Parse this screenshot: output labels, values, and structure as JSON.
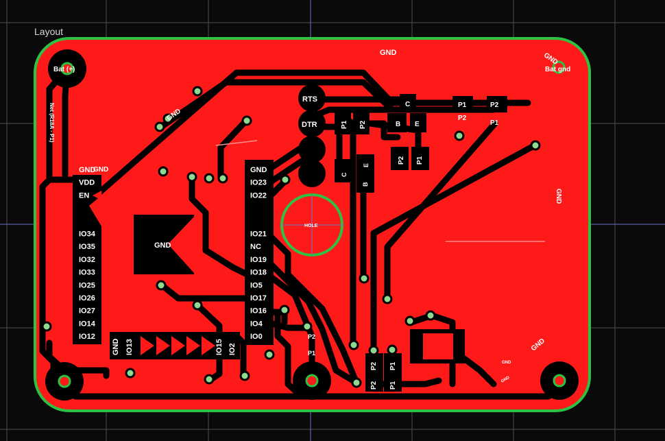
{
  "panel_title": "Layout",
  "colors": {
    "background": "#0a0a0a",
    "grid": "#505050",
    "grid_pink": "#c8a0b4",
    "grid_blue": "#7070d0",
    "board": "#ff1a1a",
    "board_outline": "#2ec243",
    "trace": "#000000",
    "via": "#2ec243"
  },
  "labels": {
    "gnd_top": "GND",
    "gnd_corner": "GND",
    "bat_gnd": "Bat gnd",
    "bat_plus": "Bat (+)",
    "net_label": "Net (R18A - P1)",
    "gnd_diag": "GND",
    "gnd_right": "GND",
    "gnd_bottom_right": "GND",
    "gnd_small1": "GND",
    "gnd_small2": "GND",
    "rts": "RTS",
    "dtr": "DTR",
    "c1": "C",
    "p1_top": "P1",
    "p2_top": "P2",
    "p2_right": "P2",
    "p1_right": "P1",
    "p1_v": "P1",
    "p2_v": "P2",
    "b1": "B",
    "e1": "E",
    "p2_v2": "P2",
    "p1_v2": "P1",
    "c2": "C",
    "e2": "E",
    "b2": "B",
    "hole": "HOLE",
    "gnd_pad": "GND",
    "p2_mid": "P2",
    "p1_mid": "P1",
    "p2_a": "P2",
    "p2_b": "P2",
    "p1_a": "P1",
    "p2_c": "P2",
    "p1_c": "P1",
    "p1_d": "P1"
  },
  "header_left": [
    "GND",
    "VDD",
    "EN",
    "",
    "",
    "IO34",
    "IO35",
    "IO32",
    "IO33",
    "IO25",
    "IO26",
    "IO27",
    "IO14",
    "IO12"
  ],
  "header_left_extra": "GND",
  "header_right": [
    "GND",
    "IO23",
    "IO22",
    "",
    "",
    "IO21",
    "NC",
    "IO19",
    "IO18",
    "IO5",
    "IO17",
    "IO16",
    "IO4",
    "IO0"
  ],
  "header_bottom": [
    "GND",
    "IO13",
    "",
    "",
    "",
    "",
    "",
    "IO15",
    "IO2"
  ]
}
